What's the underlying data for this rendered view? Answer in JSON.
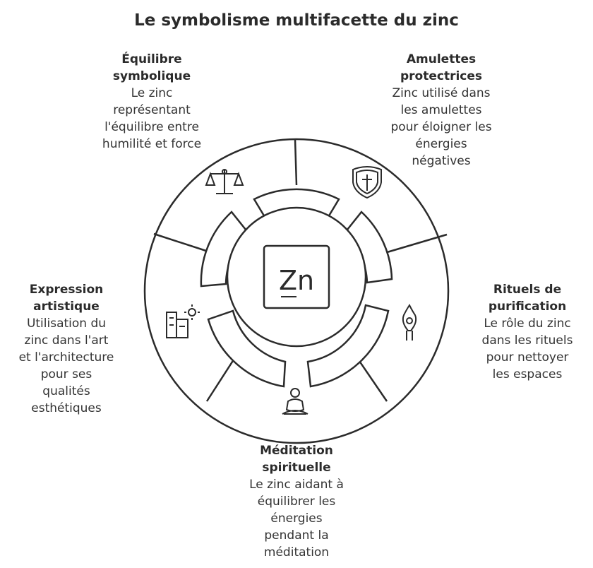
{
  "title": "Le symbolisme multifacette du zinc",
  "center": {
    "symbol": "Zn"
  },
  "sections": {
    "equilibre": {
      "heading_l1": "Équilibre",
      "heading_l2": "symbolique",
      "desc": [
        "Le zinc",
        "représentant",
        "l'équilibre entre",
        "humilité et force"
      ],
      "icon": "scales-icon"
    },
    "amulettes": {
      "heading_l1": "Amulettes",
      "heading_l2": "protectrices",
      "desc": [
        "Zinc utilisé dans",
        "les amulettes",
        "pour éloigner les",
        "énergies",
        "négatives"
      ],
      "icon": "shield-cross-icon"
    },
    "rituels": {
      "heading_l1": "Rituels de",
      "heading_l2": "purification",
      "desc": [
        "Le rôle du zinc",
        "dans les rituels",
        "pour nettoyer",
        "les espaces"
      ],
      "icon": "candle-flame-icon"
    },
    "meditation": {
      "heading_l1": "Méditation",
      "heading_l2": "spirituelle",
      "desc": [
        "Le zinc aidant à",
        "équilibrer les",
        "énergies",
        "pendant la",
        "méditation"
      ],
      "icon": "meditation-icon"
    },
    "expression": {
      "heading_l1": "Expression",
      "heading_l2": "artistique",
      "desc": [
        "Utilisation du",
        "zinc dans l'art",
        "et l'architecture",
        "pour ses",
        "qualités",
        "esthétiques"
      ],
      "icon": "building-sun-icon"
    }
  },
  "colors": {
    "stroke": "#2b2b2b",
    "fill": "#ffffff",
    "text": "#2b2b2b"
  }
}
